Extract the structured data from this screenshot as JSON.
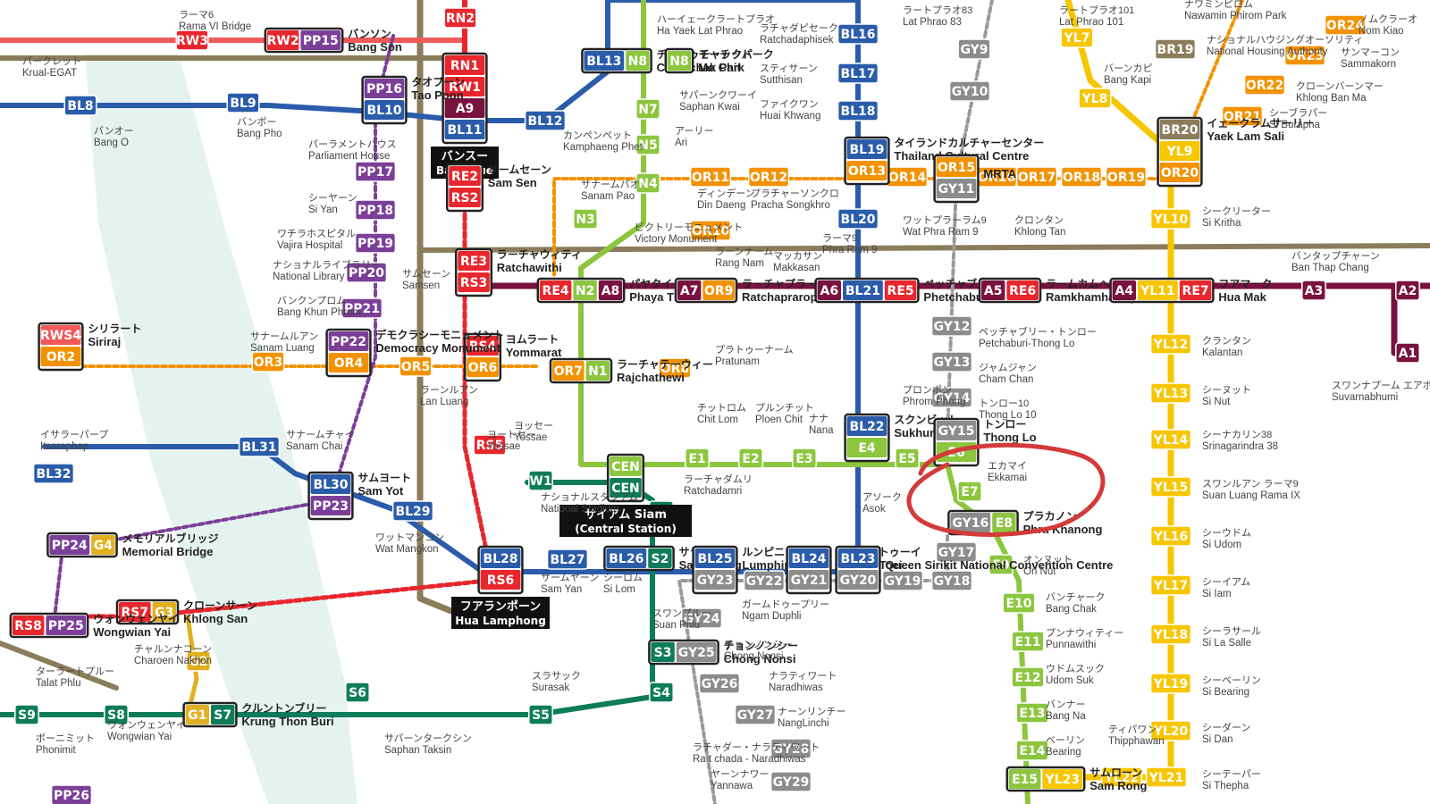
{
  "colors": {
    "light_green": "#8cc63f",
    "dark_green": "#0e7c5a",
    "blue": "#2a5caa",
    "orange": "#f39200",
    "yellow": "#f7c600",
    "purple": "#7b3f98",
    "maroon": "#7a1240",
    "red": "#e8262d",
    "salmon": "#f05a5a",
    "brown": "#8b7d5b",
    "gray": "#8c8c8c",
    "teal": "#3a9ab0",
    "gold": "#e0b020",
    "pink": "#e6007e",
    "olive": "#8a7a4f",
    "circle": "#d33a3a"
  },
  "icons": [
    "transfer-box-icon",
    "hand-drawn-circle-icon"
  ],
  "stations": [
    {
      "id": "bang-son",
      "codes": [
        {
          "t": "RW2",
          "c": "red"
        },
        {
          "t": "PP15",
          "c": "purple"
        }
      ],
      "jp": "バンソン",
      "en": "Bang Son"
    },
    {
      "id": "bang-sue",
      "codes": [
        {
          "t": "RN1",
          "c": "red"
        },
        {
          "t": "RW1",
          "c": "red"
        },
        {
          "t": "A9",
          "c": "maroon"
        },
        {
          "t": "BL11",
          "c": "blue"
        }
      ],
      "jp": "バンスー",
      "en": "Bang Sue",
      "dark": true
    },
    {
      "id": "tao-poon",
      "codes": [
        {
          "t": "PP16",
          "c": "purple"
        },
        {
          "t": "BL10",
          "c": "blue"
        }
      ],
      "jp": "タオプーン",
      "en": "Tao Poon"
    },
    {
      "id": "bl13",
      "codes": [
        {
          "t": "BL13",
          "c": "blue"
        },
        {
          "t": "N8",
          "c": "light_green"
        }
      ],
      "jp": "チャトゥチャックパーク",
      "en": "Chatuchak Park"
    },
    {
      "id": "mo-chit",
      "codes": [
        {
          "t": "N8",
          "c": "light_green"
        }
      ],
      "jp": "モーチット",
      "en": "Mo Chit"
    },
    {
      "id": "bl19",
      "codes": [
        {
          "t": "BL19",
          "c": "blue"
        },
        {
          "t": "OR13",
          "c": "orange"
        }
      ],
      "jp": "タイランドカルチャーセンター",
      "en": "Thailand Cultural Centre"
    },
    {
      "id": "or15",
      "codes": [
        {
          "t": "OR15",
          "c": "orange"
        },
        {
          "t": "GY11",
          "c": "gray"
        }
      ],
      "jp": "",
      "en": "MRTA"
    },
    {
      "id": "br20",
      "codes": [
        {
          "t": "BR20",
          "c": "brown"
        },
        {
          "t": "YL9",
          "c": "yellow"
        },
        {
          "t": "OR20",
          "c": "orange"
        }
      ],
      "jp": "イェークラムサーリー",
      "en": "Yaek Lam Sali"
    },
    {
      "id": "re2",
      "codes": [
        {
          "t": "RE2",
          "c": "red"
        },
        {
          "t": "RS2",
          "c": "red"
        }
      ],
      "jp": "サームセーン",
      "en": "Sam Sen"
    },
    {
      "id": "re3",
      "codes": [
        {
          "t": "RE3",
          "c": "red"
        },
        {
          "t": "RS3",
          "c": "red"
        }
      ],
      "jp": "ラーチャウィティ",
      "en": "Ratchawithi"
    },
    {
      "id": "phaya-thai",
      "codes": [
        {
          "t": "RE4",
          "c": "red"
        },
        {
          "t": "N2",
          "c": "light_green"
        },
        {
          "t": "A8",
          "c": "maroon"
        }
      ],
      "jp": "パヤタイ",
      "en": "Phaya Thai"
    },
    {
      "id": "makkasan",
      "codes": [
        {
          "t": "A7",
          "c": "maroon"
        },
        {
          "t": "OR9",
          "c": "orange"
        }
      ],
      "jp": "ラーチャプラーロップ",
      "en": "Ratchaprarop"
    },
    {
      "id": "phetchaburi",
      "codes": [
        {
          "t": "A6",
          "c": "maroon"
        },
        {
          "t": "BL21",
          "c": "blue"
        },
        {
          "t": "RE5",
          "c": "red"
        }
      ],
      "jp": "ペッチャブリー",
      "en": "Phetchaburi"
    },
    {
      "id": "ramkhamhaeng",
      "codes": [
        {
          "t": "A5",
          "c": "maroon"
        },
        {
          "t": "RE6",
          "c": "red"
        }
      ],
      "jp": "ラームカムヘン",
      "en": "Ramkhamhaeng"
    },
    {
      "id": "hua-mak",
      "codes": [
        {
          "t": "A4",
          "c": "maroon"
        },
        {
          "t": "YL11",
          "c": "yellow"
        },
        {
          "t": "RE7",
          "c": "red"
        }
      ],
      "jp": "フアマーク",
      "en": "Hua Mak"
    },
    {
      "id": "yommarat",
      "codes": [
        {
          "t": "RS4",
          "c": "red"
        },
        {
          "t": "OR6",
          "c": "orange"
        }
      ],
      "jp": "ヨムラート",
      "en": "Yommarat"
    },
    {
      "id": "rajchathewi",
      "codes": [
        {
          "t": "OR7",
          "c": "orange"
        },
        {
          "t": "N1",
          "c": "light_green"
        }
      ],
      "jp": "ラーチャテーウィー",
      "en": "Rajchathewi"
    },
    {
      "id": "siam",
      "codes": [
        {
          "t": "CEN",
          "c": "light_green"
        },
        {
          "t": "CEN",
          "c": "dark_green"
        }
      ],
      "jp": "サイアム Siam",
      "en": "(Central Station)",
      "dark": true
    },
    {
      "id": "sukhumvit",
      "codes": [
        {
          "t": "BL22",
          "c": "blue"
        },
        {
          "t": "E4",
          "c": "light_green"
        }
      ],
      "jp": "スクンビット",
      "en": "Sukhumvit"
    },
    {
      "id": "thong-lo",
      "codes": [
        {
          "t": "GY15",
          "c": "gray"
        },
        {
          "t": "E6",
          "c": "light_green"
        }
      ],
      "jp": "トンロー",
      "en": "Thong Lo"
    },
    {
      "id": "phra-khanong",
      "codes": [
        {
          "t": "GY16",
          "c": "gray"
        },
        {
          "t": "E8",
          "c": "light_green"
        }
      ],
      "jp": "プラカノン",
      "en": "Phra Khanong"
    },
    {
      "id": "sam-yot",
      "codes": [
        {
          "t": "BL30",
          "c": "blue"
        },
        {
          "t": "PP23",
          "c": "purple"
        }
      ],
      "jp": "サムヨート",
      "en": "Sam Yot"
    },
    {
      "id": "hua-lamphong",
      "codes": [
        {
          "t": "BL28",
          "c": "blue"
        },
        {
          "t": "RS6",
          "c": "red"
        }
      ],
      "jp": "フアランポーン",
      "en": "Hua Lamphong",
      "dark": true
    },
    {
      "id": "sala-daeng",
      "codes": [
        {
          "t": "BL26",
          "c": "blue"
        },
        {
          "t": "S2",
          "c": "dark_green"
        }
      ],
      "jp": "サラデーン",
      "en": "Sala Daeng"
    },
    {
      "id": "lumphini",
      "codes": [
        {
          "t": "BL25",
          "c": "blue"
        },
        {
          "t": "GY23",
          "c": "gray"
        }
      ],
      "jp": "ルンピニ",
      "en": "Lumphini"
    },
    {
      "id": "khlong-toei",
      "codes": [
        {
          "t": "BL24",
          "c": "blue"
        },
        {
          "t": "GY21",
          "c": "gray"
        }
      ],
      "jp": "クローントゥーイ",
      "en": "Khlong Toei"
    },
    {
      "id": "qsncc",
      "codes": [
        {
          "t": "BL23",
          "c": "blue"
        },
        {
          "t": "GY20",
          "c": "gray"
        }
      ],
      "jp": "",
      "en": "Queen Sirikit National Convention Centre"
    },
    {
      "id": "chong-nonsi",
      "codes": [
        {
          "t": "S3",
          "c": "dark_green"
        },
        {
          "t": "GY25",
          "c": "gray"
        }
      ],
      "jp": "チョンノンシー",
      "en": "Chong Nonsi"
    },
    {
      "id": "siriraj",
      "codes": [
        {
          "t": "RWS4",
          "c": "salmon"
        },
        {
          "t": "OR2",
          "c": "orange"
        }
      ],
      "jp": "シリラート",
      "en": "Siriraj"
    },
    {
      "id": "democracy",
      "codes": [
        {
          "t": "PP22",
          "c": "purple"
        },
        {
          "t": "OR4",
          "c": "orange"
        }
      ],
      "jp": "デモクラシーモニュメント",
      "en": "Democracy Monument"
    },
    {
      "id": "memorial",
      "codes": [
        {
          "t": "PP24",
          "c": "purple"
        },
        {
          "t": "G4",
          "c": "gold"
        }
      ],
      "jp": "メモリアルブリッジ",
      "en": "Memorial Bridge"
    },
    {
      "id": "khlong-san",
      "codes": [
        {
          "t": "RS7",
          "c": "red"
        },
        {
          "t": "G3",
          "c": "gold"
        }
      ],
      "jp": "クローンサーン",
      "en": "Khlong San"
    },
    {
      "id": "wongwian-yai",
      "codes": [
        {
          "t": "RS8",
          "c": "red"
        },
        {
          "t": "PP25",
          "c": "purple"
        }
      ],
      "jp": "ウォンウェンヤイ",
      "en": "Wongwian Yai"
    },
    {
      "id": "krung-thon",
      "codes": [
        {
          "t": "G1",
          "c": "gold"
        },
        {
          "t": "S7",
          "c": "dark_green"
        }
      ],
      "jp": "クルントンブリー",
      "en": "Krung Thon Buri"
    },
    {
      "id": "sam-rong",
      "codes": [
        {
          "t": "E15",
          "c": "light_green"
        },
        {
          "t": "YL23",
          "c": "yellow"
        }
      ],
      "jp": "サムローン",
      "en": "Sam Rong"
    }
  ],
  "singles": [
    {
      "t": "RN2",
      "c": "red"
    },
    {
      "t": "RW3",
      "c": "red"
    },
    {
      "t": "BL9",
      "c": "blue"
    },
    {
      "t": "BL8",
      "c": "blue"
    },
    {
      "t": "BL12",
      "c": "blue"
    },
    {
      "t": "N7",
      "c": "light_green"
    },
    {
      "t": "N5",
      "c": "light_green"
    },
    {
      "t": "N4",
      "c": "light_green"
    },
    {
      "t": "N3",
      "c": "light_green"
    },
    {
      "t": "BL16",
      "c": "blue"
    },
    {
      "t": "BL17",
      "c": "blue"
    },
    {
      "t": "BL18",
      "c": "blue"
    },
    {
      "t": "BL20",
      "c": "blue"
    },
    {
      "t": "OR11",
      "c": "orange"
    },
    {
      "t": "OR12",
      "c": "orange"
    },
    {
      "t": "OR14",
      "c": "orange"
    },
    {
      "t": "OR16",
      "c": "orange"
    },
    {
      "t": "OR17",
      "c": "orange"
    },
    {
      "t": "OR18",
      "c": "orange"
    },
    {
      "t": "OR19",
      "c": "orange"
    },
    {
      "t": "OR10",
      "c": "orange"
    },
    {
      "t": "OR8",
      "c": "orange"
    },
    {
      "t": "OR5",
      "c": "orange"
    },
    {
      "t": "OR3",
      "c": "orange"
    },
    {
      "t": "YL7",
      "c": "yellow"
    },
    {
      "t": "YL8",
      "c": "yellow"
    },
    {
      "t": "YL10",
      "c": "yellow"
    },
    {
      "t": "YL12",
      "c": "yellow"
    },
    {
      "t": "YL13",
      "c": "yellow"
    },
    {
      "t": "YL14",
      "c": "yellow"
    },
    {
      "t": "YL15",
      "c": "yellow"
    },
    {
      "t": "YL16",
      "c": "yellow"
    },
    {
      "t": "YL17",
      "c": "yellow"
    },
    {
      "t": "YL18",
      "c": "yellow"
    },
    {
      "t": "YL19",
      "c": "yellow"
    },
    {
      "t": "YL20",
      "c": "yellow"
    },
    {
      "t": "YL21",
      "c": "yellow"
    },
    {
      "t": "YL22",
      "c": "yellow"
    },
    {
      "t": "OR21",
      "c": "orange"
    },
    {
      "t": "OR22",
      "c": "orange"
    },
    {
      "t": "OR23",
      "c": "orange"
    },
    {
      "t": "OR24",
      "c": "orange"
    },
    {
      "t": "BR19",
      "c": "brown"
    },
    {
      "t": "GY9",
      "c": "gray"
    },
    {
      "t": "GY10",
      "c": "gray"
    },
    {
      "t": "GY12",
      "c": "gray"
    },
    {
      "t": "GY13",
      "c": "gray"
    },
    {
      "t": "GY14",
      "c": "gray"
    },
    {
      "t": "GY17",
      "c": "gray"
    },
    {
      "t": "GY18",
      "c": "gray"
    },
    {
      "t": "GY19",
      "c": "gray"
    },
    {
      "t": "GY22",
      "c": "gray"
    },
    {
      "t": "GY24",
      "c": "gray"
    },
    {
      "t": "GY26",
      "c": "gray"
    },
    {
      "t": "GY27",
      "c": "gray"
    },
    {
      "t": "GY28",
      "c": "gray"
    },
    {
      "t": "GY29",
      "c": "gray"
    },
    {
      "t": "E1",
      "c": "light_green"
    },
    {
      "t": "E2",
      "c": "light_green"
    },
    {
      "t": "E3",
      "c": "light_green"
    },
    {
      "t": "E5",
      "c": "light_green"
    },
    {
      "t": "E7",
      "c": "light_green"
    },
    {
      "t": "E9",
      "c": "light_green"
    },
    {
      "t": "E10",
      "c": "light_green"
    },
    {
      "t": "E11",
      "c": "light_green"
    },
    {
      "t": "E12",
      "c": "light_green"
    },
    {
      "t": "E13",
      "c": "light_green"
    },
    {
      "t": "E14",
      "c": "light_green"
    },
    {
      "t": "A3",
      "c": "maroon"
    },
    {
      "t": "A2",
      "c": "maroon"
    },
    {
      "t": "A1",
      "c": "maroon"
    },
    {
      "t": "RS5",
      "c": "red"
    },
    {
      "t": "W1",
      "c": "dark_green"
    },
    {
      "t": "S1",
      "c": "dark_green"
    },
    {
      "t": "BL27",
      "c": "blue"
    },
    {
      "t": "BL29",
      "c": "blue"
    },
    {
      "t": "BL31",
      "c": "blue"
    },
    {
      "t": "BL32",
      "c": "blue"
    },
    {
      "t": "S4",
      "c": "dark_green"
    },
    {
      "t": "S5",
      "c": "dark_green"
    },
    {
      "t": "S6",
      "c": "dark_green"
    },
    {
      "t": "S8",
      "c": "dark_green"
    },
    {
      "t": "S9",
      "c": "dark_green"
    },
    {
      "t": "G2",
      "c": "gold"
    },
    {
      "t": "PP17",
      "c": "purple"
    },
    {
      "t": "PP18",
      "c": "purple"
    },
    {
      "t": "PP19",
      "c": "purple"
    },
    {
      "t": "PP20",
      "c": "purple"
    },
    {
      "t": "PP21",
      "c": "purple"
    },
    {
      "t": "PP26",
      "c": "purple"
    }
  ],
  "labels": [
    {
      "jp": "エカマイ",
      "en": "Ekkamai"
    },
    {
      "jp": "オンヌット",
      "en": "On Nut"
    },
    {
      "jp": "バンチャーク",
      "en": "Bang Chak"
    },
    {
      "jp": "プンナウィティー",
      "en": "Punnawithi"
    },
    {
      "jp": "ウドムスック",
      "en": "Udom Suk"
    },
    {
      "jp": "バンナー",
      "en": "Bang Na"
    },
    {
      "jp": "ベーリン",
      "en": "Bearing"
    },
    {
      "jp": "ナナ",
      "en": "Nana"
    },
    {
      "jp": "アソーク",
      "en": "Asok"
    },
    {
      "jp": "クロンタン",
      "en": "Khlong Tan"
    },
    {
      "jp": "ワットプラーラム9",
      "en": "Wat Phra Ram 9"
    },
    {
      "jp": "ラーマ9",
      "en": "Phra Ram 9"
    },
    {
      "jp": "マッカサン",
      "en": "Makkasan"
    },
    {
      "jp": "ラーンナーム",
      "en": "Rang Nam"
    },
    {
      "jp": "ビクトリーモニュメント",
      "en": "Victory Monument"
    },
    {
      "jp": "サナームパオ",
      "en": "Sanam Pao"
    },
    {
      "jp": "アーリー",
      "en": "Ari"
    },
    {
      "jp": "サパーンクワーイ",
      "en": "Saphan Kwai"
    },
    {
      "jp": "カンペンペット",
      "en": "Kamphaeng Phet"
    },
    {
      "jp": "ハーイェークラートプラオ",
      "en": "Ha Yaek Lat Phrao"
    },
    {
      "jp": "ラチャダピセーク",
      "en": "Ratchadaphisek"
    },
    {
      "jp": "スティサーン",
      "en": "Sutthisan"
    },
    {
      "jp": "ファイクワン",
      "en": "Huai Khwang"
    },
    {
      "jp": "ディンデーン",
      "en": "Din Daeng"
    },
    {
      "jp": "プラチャーソンクロ",
      "en": "Pracha Songkhro"
    },
    {
      "jp": "ラートプラオ83",
      "en": "Lat Phrao 83"
    },
    {
      "jp": "ラートプラオ101",
      "en": "Lat Phrao 101"
    },
    {
      "jp": "バーンカピ",
      "en": "Bang Kapi"
    },
    {
      "jp": "シークリーター",
      "en": "Si Kritha"
    },
    {
      "jp": "バンタップチャーン",
      "en": "Ban Thap Chang"
    },
    {
      "jp": "クランタン",
      "en": "Kalantan"
    },
    {
      "jp": "シーヌット",
      "en": "Si Nut"
    },
    {
      "jp": "シーナカリン38",
      "en": "Srinagarindra 38"
    },
    {
      "jp": "スワンルアン ラーマ9",
      "en": "Suan Luang Rama IX"
    },
    {
      "jp": "シーウドム",
      "en": "Si Udom"
    },
    {
      "jp": "シーイアム",
      "en": "Si Iam"
    },
    {
      "jp": "シーラサール",
      "en": "Si La Salle"
    },
    {
      "jp": "シーベーリン",
      "en": "Si Bearing"
    },
    {
      "jp": "シーダーン",
      "en": "Si Dan"
    },
    {
      "jp": "シーテーパー",
      "en": "Si Thepha"
    },
    {
      "jp": "スワンナプーム エアポート",
      "en": "Suvarnabhumi"
    },
    {
      "jp": "ノムクラーオ",
      "en": "Nom Kiao"
    },
    {
      "jp": "サンマーコン",
      "en": "Sammakorn"
    },
    {
      "jp": "クローンバーンマー",
      "en": "Khlong Ban Ma"
    },
    {
      "jp": "シーブラパー",
      "en": "Si Burapha"
    },
    {
      "jp": "ナショナルハウジングオーソリティ",
      "en": "National Housing Authority"
    },
    {
      "jp": "ナワミンピロム",
      "en": "Nawamin Phirom Park"
    },
    {
      "jp": "ペッチャブリー・トンロー",
      "en": "Petchaburi-Thong Lo"
    },
    {
      "jp": "ジャムジャン",
      "en": "Cham Chan"
    },
    {
      "jp": "トンロー10",
      "en": "Thong Lo 10"
    },
    {
      "jp": "ラーチャダムリ",
      "en": "Ratchadamri"
    },
    {
      "jp": "ナショナルスタジアム",
      "en": "National Stadium"
    },
    {
      "jp": "ヨッセー",
      "en": "Yossae"
    },
    {
      "jp": "プラトゥーナーム",
      "en": "Pratunam"
    },
    {
      "jp": "ラーンルアン",
      "en": "Lan Luang"
    },
    {
      "jp": "サムセーン",
      "en": "Samsen"
    },
    {
      "jp": "サームヤーン",
      "en": "Sam Yan"
    },
    {
      "jp": "シーロム",
      "en": "Si Lom"
    },
    {
      "jp": "スワンプルー",
      "en": "Suan Phlu"
    },
    {
      "jp": "ガームドゥープリー",
      "en": "Ngam Duphli"
    },
    {
      "jp": "チョンノンシー",
      "en": "Chong Nonsi"
    },
    {
      "jp": "ナラティワート",
      "en": "Naradhiwas"
    },
    {
      "jp": "ナーンリンチー",
      "en": "NangLinchi"
    },
    {
      "jp": "ラチャダー・ナラティワート",
      "en": "Ra t chada - Naradhiwas"
    },
    {
      "jp": "ヤーンナワー",
      "en": "Yannawa"
    },
    {
      "jp": "スラサック",
      "en": "Surasak"
    },
    {
      "jp": "パーラメントハウス",
      "en": "Parliament House"
    },
    {
      "jp": "シーヤーン",
      "en": "Si Yan"
    },
    {
      "jp": "ワチラホスピタル",
      "en": "Vajira Hospital"
    },
    {
      "jp": "ナショナルライブラリー",
      "en": "National Library"
    },
    {
      "jp": "バンクンプロム",
      "en": "Bang Khun Phrom"
    },
    {
      "jp": "サナームルアン",
      "en": "Sanam Luang"
    },
    {
      "jp": "ヨートセー",
      "en": "Yossae"
    },
    {
      "jp": "バンオー",
      "en": "Bang O"
    },
    {
      "jp": "バンポー",
      "en": "Bang Pho"
    },
    {
      "jp": "ワットマンコン",
      "en": "Wat Mangkon"
    },
    {
      "jp": "サナームチャイ",
      "en": "Sanam Chai"
    },
    {
      "jp": "イサラーパープ",
      "en": "Itsaraphap"
    },
    {
      "jp": "チャルンナコーン",
      "en": "Charoen Nakhon"
    },
    {
      "jp": "サパーンタークシン",
      "en": "Saphan Taksin"
    },
    {
      "jp": "ターラートプルー",
      "en": "Talat Phlu"
    },
    {
      "jp": "ポーニミット",
      "en": "Phonimit"
    },
    {
      "jp": "ウォンウェンヤイ",
      "en": "Wongwian Yai"
    },
    {
      "jp": "チットロム",
      "en": "Chit Lom"
    },
    {
      "jp": "プルンチット",
      "en": "Ploen Chit"
    },
    {
      "jp": "プロンポン",
      "en": "Phrom Phong"
    },
    {
      "jp": "ラーマ6",
      "en": "Rama VI Bridge"
    },
    {
      "jp": "パークレット",
      "en": "Krual-EGAT"
    },
    {
      "jp": "ティパワン",
      "en": "Thipphawan"
    }
  ]
}
